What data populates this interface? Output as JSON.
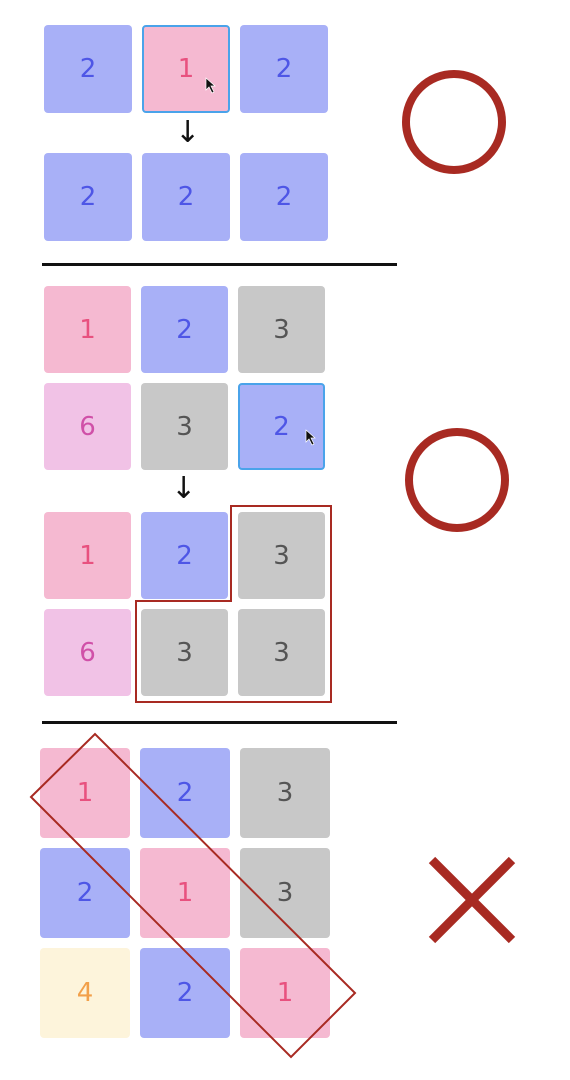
{
  "arrow": "↓",
  "colors": {
    "blue": {
      "bg": "#a8b0f7",
      "fg": "#4e56e6"
    },
    "pink": {
      "bg": "#f5b9d1",
      "fg": "#e8517f"
    },
    "lavender": {
      "bg": "#f1c2e6",
      "fg": "#d050a8"
    },
    "gray": {
      "bg": "#c8c8c8",
      "fg": "#555555"
    },
    "cream": {
      "bg": "#fdf4db",
      "fg": "#f2a04a"
    },
    "selection": "#4aa3ea",
    "mark": "#a82a22"
  },
  "examples": [
    {
      "result": "valid",
      "result_icon": "circle-icon",
      "before": [
        [
          "2",
          "1",
          "2"
        ]
      ],
      "after": [
        [
          "2",
          "2",
          "2"
        ]
      ]
    },
    {
      "result": "valid",
      "result_icon": "circle-icon",
      "before": [
        [
          "1",
          "2",
          "3"
        ],
        [
          "6",
          "3",
          "2"
        ]
      ],
      "after": [
        [
          "1",
          "2",
          "3"
        ],
        [
          "6",
          "3",
          "3"
        ]
      ]
    },
    {
      "result": "invalid",
      "result_icon": "cross-icon",
      "grid": [
        [
          "1",
          "2",
          "3"
        ],
        [
          "2",
          "1",
          "3"
        ],
        [
          "4",
          "2",
          "1"
        ]
      ]
    }
  ]
}
